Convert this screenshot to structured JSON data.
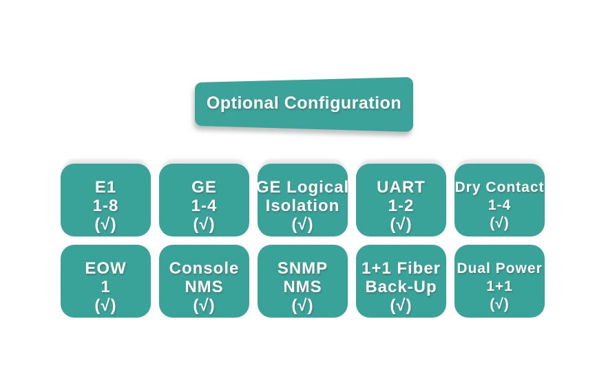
{
  "colors": {
    "accent": "#3aa399",
    "card_text": "#ffffff",
    "page_background": "#ffffff"
  },
  "header": {
    "label": "Optional Configuration"
  },
  "cards": [
    {
      "id": "e1",
      "lines": [
        "E1",
        "1-8",
        "(√)"
      ]
    },
    {
      "id": "ge",
      "lines": [
        "GE",
        "1-4",
        "(√)"
      ]
    },
    {
      "id": "ge-logical-isolation",
      "lines": [
        "GE Logical",
        "Isolation",
        "(√)"
      ]
    },
    {
      "id": "uart",
      "lines": [
        "UART",
        "1-2",
        "(√)"
      ]
    },
    {
      "id": "dry-contact",
      "lines": [
        "Dry Contact",
        "1-4",
        "(√)"
      ]
    },
    {
      "id": "eow",
      "lines": [
        "EOW",
        "1",
        "(√)"
      ]
    },
    {
      "id": "console-nms",
      "lines": [
        "Console",
        "NMS",
        "(√)"
      ]
    },
    {
      "id": "snmp-nms",
      "lines": [
        "SNMP",
        "NMS",
        "(√)"
      ]
    },
    {
      "id": "fiber-backup",
      "lines": [
        "1+1 Fiber",
        "Back-Up",
        "(√)"
      ]
    },
    {
      "id": "dual-power",
      "lines": [
        "Dual Power",
        "1+1",
        "(√)"
      ]
    }
  ]
}
